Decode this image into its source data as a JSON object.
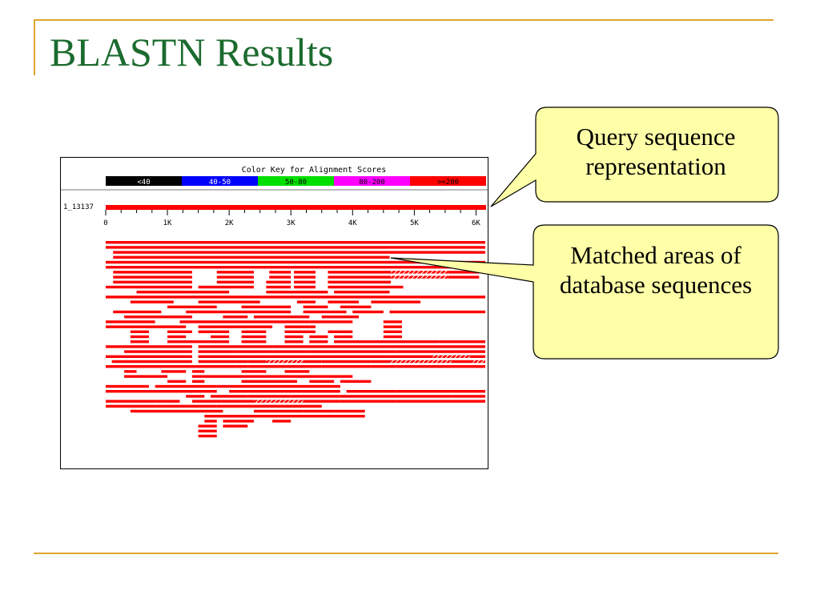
{
  "slide": {
    "title": "BLASTN Results"
  },
  "color_key": {
    "title": "Color Key for Alignment Scores",
    "bins": [
      {
        "label": "<40",
        "color": "#000000",
        "text_color": "#ffffff"
      },
      {
        "label": "40-50",
        "color": "#0000ff",
        "text_color": "#ffffff"
      },
      {
        "label": "50-80",
        "color": "#00e000",
        "text_color": "#000000"
      },
      {
        "label": "80-200",
        "color": "#ff00ff",
        "text_color": "#000000"
      },
      {
        "label": ">=200",
        "color": "#ff0000",
        "text_color": "#000000"
      }
    ]
  },
  "query": {
    "name": "1_13137",
    "bar_color": "#ff0000",
    "scale_max": 6150,
    "tick_labels": [
      "0",
      "1K",
      "2K",
      "3K",
      "4K",
      "5K",
      "6K"
    ],
    "tick_values": [
      0,
      1000,
      2000,
      3000,
      4000,
      5000,
      6000
    ]
  },
  "callouts": {
    "query": "Query sequence representation",
    "matched": "Matched areas of database sequences"
  },
  "hits": [
    [
      [
        0,
        6150
      ]
    ],
    [
      [
        0,
        6150
      ]
    ],
    [
      [
        120,
        4600
      ],
      [
        4600,
        6150
      ]
    ],
    [
      [
        120,
        4600
      ]
    ],
    [
      [
        0,
        6150
      ]
    ],
    [
      [
        0,
        6150
      ]
    ],
    [
      [
        120,
        1400
      ],
      [
        1800,
        2400
      ],
      [
        2650,
        3000
      ],
      [
        3050,
        3400
      ],
      [
        3600,
        4620
      ],
      [
        4620,
        5550,
        "h"
      ],
      [
        5550,
        6050
      ]
    ],
    [
      [
        120,
        1400
      ],
      [
        1800,
        2400
      ],
      [
        2650,
        3000
      ],
      [
        3050,
        3400
      ],
      [
        3600,
        4620
      ],
      [
        4620,
        5550,
        "h"
      ],
      [
        5550,
        6050
      ]
    ],
    [
      [
        120,
        1400
      ],
      [
        1800,
        2400
      ],
      [
        2600,
        3000
      ],
      [
        3050,
        3400
      ],
      [
        3600,
        4620
      ]
    ],
    [
      [
        0,
        1400
      ],
      [
        1500,
        2400
      ],
      [
        2600,
        3000
      ],
      [
        3050,
        3400
      ],
      [
        3600,
        4620
      ],
      [
        4620,
        4820
      ]
    ],
    [
      [
        500,
        2000
      ],
      [
        2600,
        3600
      ],
      [
        3700,
        4600
      ]
    ],
    [
      [
        0,
        6150
      ]
    ],
    [
      [
        400,
        1100
      ],
      [
        1500,
        2500
      ],
      [
        3100,
        3400
      ],
      [
        3600,
        4100
      ],
      [
        4300,
        5100
      ]
    ],
    [
      [
        1000,
        1800
      ],
      [
        2200,
        3000
      ],
      [
        3200,
        3600
      ],
      [
        3800,
        4300
      ]
    ],
    [
      [
        120,
        900
      ],
      [
        1300,
        3000
      ],
      [
        3200,
        3900
      ],
      [
        4000,
        4500
      ],
      [
        4600,
        6150
      ]
    ],
    [
      [
        300,
        1400
      ],
      [
        1900,
        2300
      ],
      [
        2400,
        3300
      ],
      [
        3500,
        4100
      ]
    ],
    [
      [
        0,
        800
      ],
      [
        1200,
        3300
      ],
      [
        3300,
        4000
      ],
      [
        4500,
        4800
      ]
    ],
    [
      [
        0,
        1300
      ],
      [
        1500,
        2700
      ],
      [
        2900,
        3400
      ],
      [
        4500,
        4800
      ]
    ],
    [
      [
        400,
        700
      ],
      [
        1000,
        1400
      ],
      [
        1500,
        2000
      ],
      [
        2200,
        2600
      ],
      [
        2900,
        3400
      ],
      [
        3600,
        4000
      ],
      [
        4500,
        4800
      ]
    ],
    [
      [
        400,
        700
      ],
      [
        1000,
        1300
      ],
      [
        1700,
        2000
      ],
      [
        2200,
        2600
      ],
      [
        2900,
        3200
      ],
      [
        3300,
        3600
      ],
      [
        3700,
        4000
      ],
      [
        4500,
        4800
      ]
    ],
    [
      [
        400,
        700
      ],
      [
        1000,
        2000
      ],
      [
        2200,
        2600
      ],
      [
        2900,
        3200
      ],
      [
        3300,
        3600
      ],
      [
        3700,
        4100
      ],
      [
        4100,
        5400
      ],
      [
        5400,
        6150
      ]
    ],
    [
      [
        0,
        1400
      ],
      [
        1500,
        2700
      ],
      [
        2700,
        4600
      ],
      [
        4600,
        6150
      ]
    ],
    [
      [
        300,
        1400
      ],
      [
        1500,
        2100
      ],
      [
        2100,
        3300
      ],
      [
        3300,
        4700
      ],
      [
        4700,
        6150
      ]
    ],
    [
      [
        0,
        1400
      ],
      [
        1500,
        2400
      ],
      [
        2400,
        3600
      ],
      [
        3600,
        4600
      ],
      [
        4600,
        5300
      ],
      [
        5300,
        5900,
        "h"
      ],
      [
        5900,
        6150
      ]
    ],
    [
      [
        100,
        1400
      ],
      [
        1500,
        2300
      ],
      [
        2300,
        2600
      ],
      [
        2600,
        3200,
        "h"
      ],
      [
        3200,
        3500
      ],
      [
        3500,
        4300
      ],
      [
        4300,
        4600
      ],
      [
        4600,
        5600,
        "h"
      ],
      [
        5600,
        5950
      ],
      [
        5950,
        6150,
        "h"
      ]
    ],
    [
      [
        0,
        1400
      ],
      [
        1400,
        2100
      ],
      [
        2100,
        2300
      ],
      [
        2300,
        3500
      ],
      [
        3500,
        4300
      ],
      [
        4300,
        4700
      ],
      [
        4700,
        6150
      ]
    ],
    [
      [
        300,
        500
      ],
      [
        900,
        1300
      ],
      [
        1400,
        1600
      ],
      [
        2200,
        2600
      ],
      [
        2900,
        3300
      ]
    ],
    [
      [
        300,
        1000
      ],
      [
        1400,
        2400
      ],
      [
        2400,
        3600
      ],
      [
        3600,
        4000
      ]
    ],
    [
      [
        1000,
        1300
      ],
      [
        1400,
        1600
      ],
      [
        2200,
        3100
      ],
      [
        3300,
        3700
      ],
      [
        3800,
        4300
      ]
    ],
    [
      [
        0,
        700
      ],
      [
        800,
        1800
      ],
      [
        1800,
        3800
      ]
    ],
    [
      [
        0,
        1800
      ],
      [
        2000,
        3800
      ],
      [
        3900,
        4700
      ],
      [
        4700,
        6150
      ]
    ],
    [
      [
        1300,
        1600
      ],
      [
        1700,
        2300
      ],
      [
        2300,
        3000
      ],
      [
        3000,
        3800
      ],
      [
        3800,
        4600
      ],
      [
        4600,
        4900
      ],
      [
        4900,
        5600
      ],
      [
        5600,
        6150
      ]
    ],
    [
      [
        0,
        1200
      ],
      [
        1400,
        2200
      ],
      [
        2200,
        2400
      ],
      [
        2400,
        3200,
        "h"
      ],
      [
        3200,
        3800
      ],
      [
        3800,
        4700
      ],
      [
        4700,
        6150
      ]
    ],
    [
      [
        0,
        800
      ],
      [
        800,
        1000
      ],
      [
        1000,
        1800
      ],
      [
        1800,
        3500
      ]
    ],
    [
      [
        400,
        1900
      ],
      [
        2400,
        3200
      ],
      [
        3200,
        3700
      ],
      [
        3700,
        4200
      ]
    ],
    [
      [
        1600,
        2300
      ],
      [
        2300,
        3000
      ],
      [
        3000,
        4200
      ]
    ],
    [
      [
        1600,
        1800
      ],
      [
        1900,
        2400
      ],
      [
        2700,
        3000
      ]
    ],
    [
      [
        1500,
        1800
      ],
      [
        1900,
        2300
      ]
    ],
    [
      [
        1500,
        1800
      ]
    ],
    [
      [
        1500,
        1800
      ]
    ]
  ]
}
